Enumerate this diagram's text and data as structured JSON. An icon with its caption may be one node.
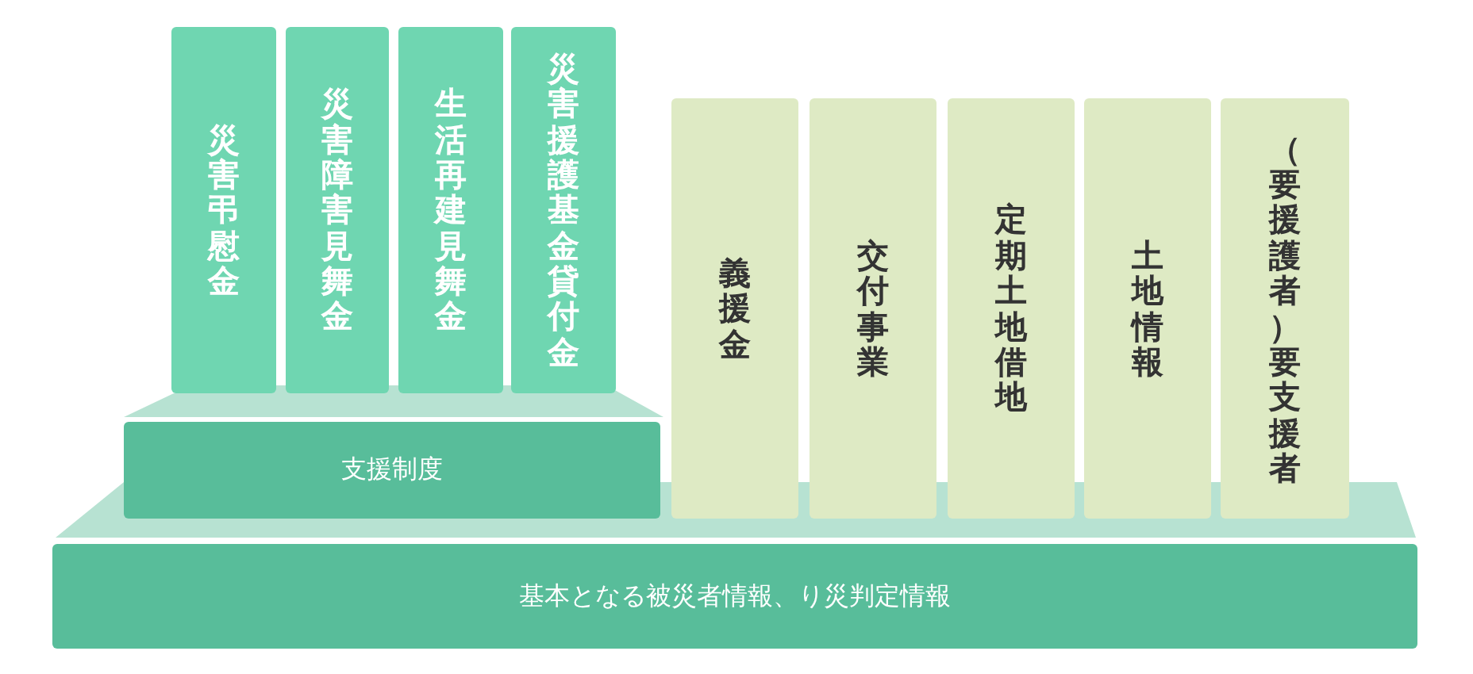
{
  "diagram": {
    "nodes": [
      {
        "text": [
          "災害弔慰金"
        ]
      },
      {
        "text": [
          "災害障害見舞金"
        ]
      },
      {
        "text": [
          "生活再建見舞金"
        ]
      },
      {
        "text": [
          "災害援護基金貸付金"
        ]
      },
      {
        "text": [
          "義援金"
        ]
      },
      {
        "text": [
          "交付事業"
        ]
      },
      {
        "text": [
          "定期土地借地"
        ]
      },
      {
        "text": [
          "土地情報"
        ]
      },
      {
        "text": [
          "（要援護者）要支援者"
        ]
      },
      {
        "text": [
          "支援制度"
        ]
      },
      {
        "text": [
          "基本となる被災者情報、り災判定情報"
        ]
      }
    ]
  }
}
